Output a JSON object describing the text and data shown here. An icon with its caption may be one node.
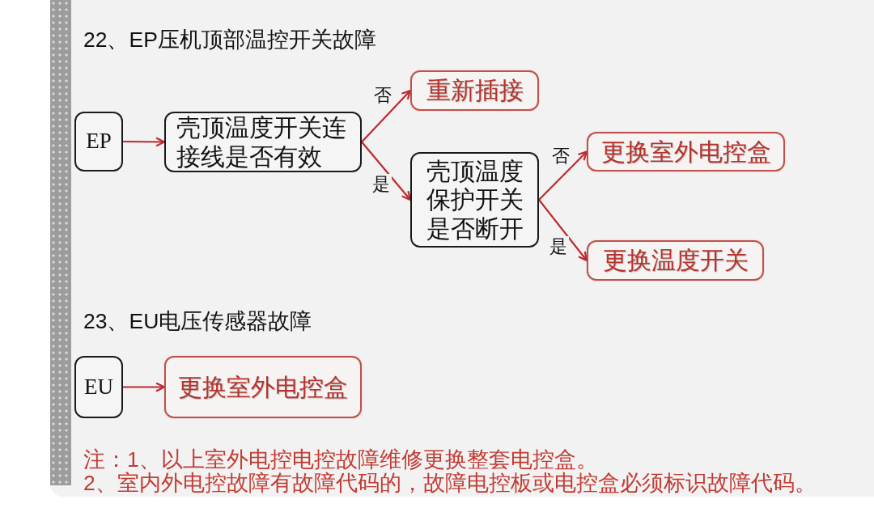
{
  "diagram": {
    "nodes": [
      {
        "text": [
          "EP"
        ]
      },
      {
        "text": [
          "壳顶温度开关连接线是否有效"
        ]
      },
      {
        "text": [
          "重新插接"
        ]
      },
      {
        "text": [
          "壳顶温度保护开关是否断开"
        ]
      },
      {
        "text": [
          "更换室外电控盒"
        ]
      },
      {
        "text": [
          "更换温度开关"
        ]
      },
      {
        "text": [
          "EU"
        ]
      },
      {
        "text": [
          "更换室外电控盒"
        ]
      }
    ],
    "edges": [
      {
        "from": 0,
        "to": 1,
        "arrow": "to"
      },
      {
        "from": 1,
        "to": 2,
        "arrow": "to",
        "label": "否"
      },
      {
        "from": 1,
        "to": 3,
        "arrow": "to",
        "label": "是"
      },
      {
        "from": 3,
        "to": 4,
        "arrow": "to",
        "label": "否"
      },
      {
        "from": 3,
        "to": 5,
        "arrow": "to",
        "label": "是"
      },
      {
        "from": 6,
        "to": 7,
        "arrow": "to"
      }
    ],
    "labels": [
      "22、EP压机顶部温控开关故障",
      "23、EU电压传感器故障",
      "注：1、以上室外电控电控故障维修更换整套电控盒。",
      "2、室内外电控故障有故障代码的，故障电控板或电控盒必须标识故障代码。"
    ]
  }
}
